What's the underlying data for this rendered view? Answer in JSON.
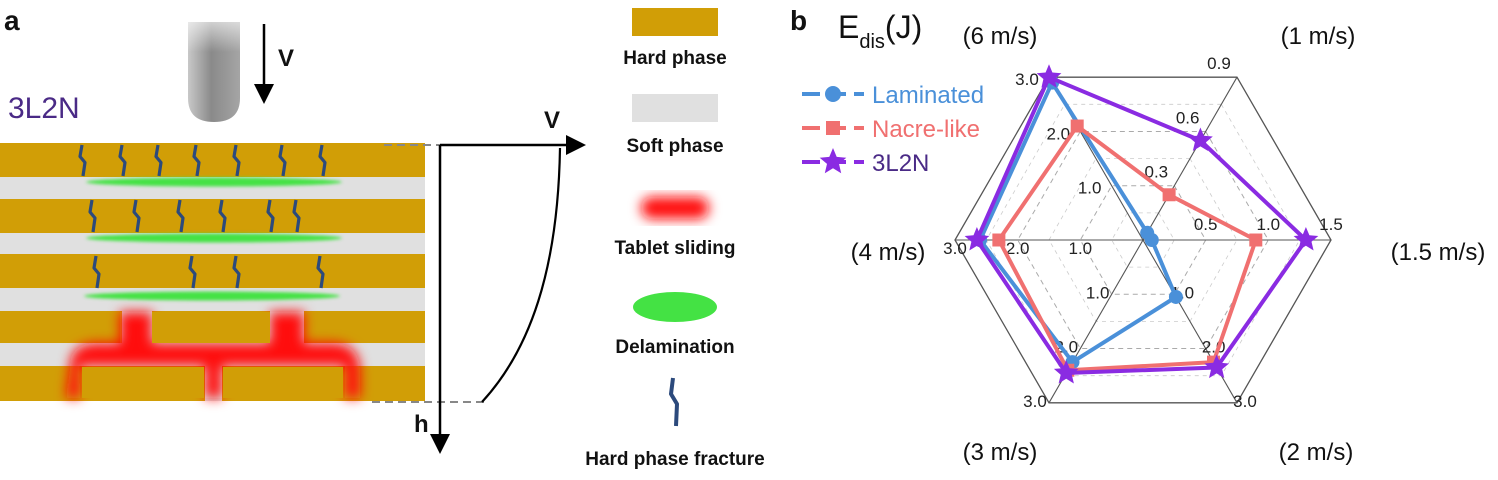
{
  "panel_a": {
    "letter": "a",
    "sample_label": "3L2N",
    "velocity_label": "V",
    "profile_velocity_label": "V",
    "depth_label": "h",
    "legend": [
      {
        "key": "hard",
        "label": "Hard phase"
      },
      {
        "key": "soft",
        "label": "Soft phase"
      },
      {
        "key": "sliding",
        "label": "Tablet sliding"
      },
      {
        "key": "delam",
        "label": "Delamination"
      },
      {
        "key": "fracture",
        "label": "Hard phase fracture"
      }
    ],
    "colors": {
      "hard": "#d19e06",
      "soft": "#e0e0e0",
      "sliding": "#ff1111",
      "delam": "#44e244",
      "fracture": "#2c4a7c",
      "sample_text": "#4a2a86"
    }
  },
  "panel_b": {
    "letter": "b",
    "title_main": "E",
    "title_sub": "dis",
    "title_unit": "(J)",
    "axes": [
      {
        "label": "(1 m/s)",
        "ticks": [
          "0.3",
          "0.6",
          "0.9"
        ],
        "max": 0.9
      },
      {
        "label": "(1.5 m/s)",
        "ticks": [
          "0.5",
          "1.0",
          "1.5"
        ],
        "max": 1.5
      },
      {
        "label": "(2 m/s)",
        "ticks": [
          "1.0",
          "2.0",
          "3.0"
        ],
        "max": 3.0
      },
      {
        "label": "(3 m/s)",
        "ticks": [
          "1.0",
          "2.0",
          "3.0"
        ],
        "max": 3.0
      },
      {
        "label": "(4 m/s)",
        "ticks": [
          "1.0",
          "2.0",
          "3.0"
        ],
        "max": 3.0
      },
      {
        "label": "(6 m/s)",
        "ticks": [
          "1.0",
          "2.0",
          "3.0"
        ],
        "max": 3.0
      }
    ],
    "chart_data": {
      "type": "radar",
      "title": "Edis(J)",
      "categories": [
        "1 m/s",
        "1.5 m/s",
        "2 m/s",
        "3 m/s",
        "4 m/s",
        "6 m/s"
      ],
      "series": [
        {
          "name": "Laminated",
          "values": [
            0.04,
            0.07,
            1.05,
            2.25,
            2.6,
            2.9
          ],
          "color": "#4a90d9",
          "marker": "circle"
        },
        {
          "name": "Nacre-like",
          "values": [
            0.25,
            0.9,
            2.25,
            2.4,
            2.3,
            2.1
          ],
          "color": "#f07070",
          "marker": "square"
        },
        {
          "name": "3L2N",
          "values": [
            0.55,
            1.3,
            2.35,
            2.45,
            2.65,
            3.0
          ],
          "color": "#8a2be2",
          "marker": "star"
        }
      ]
    }
  }
}
